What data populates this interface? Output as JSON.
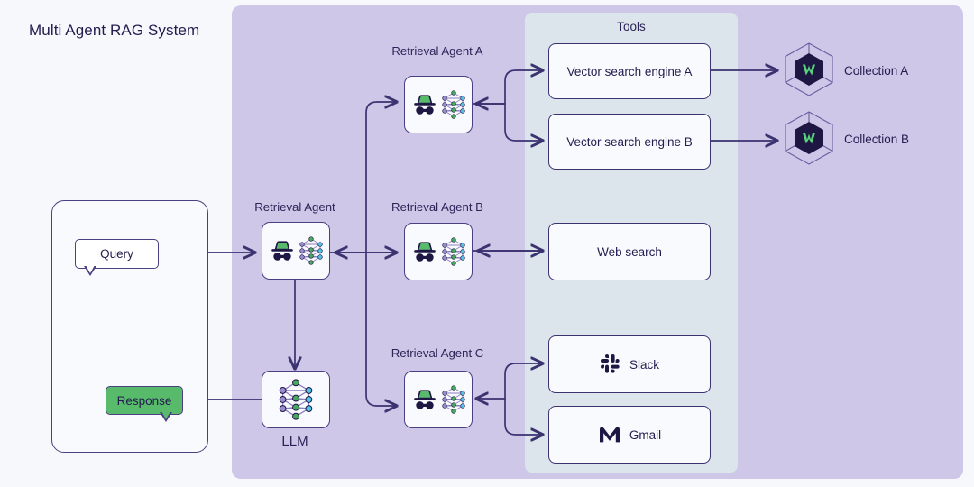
{
  "page": {
    "title": "Multi Agent RAG System",
    "background": "#f7f8fc"
  },
  "colors": {
    "panel_purple": "#cfc7e8",
    "panel_tools": "#dce5ec",
    "stroke": "#4a3f82",
    "text": "#241b4f",
    "accent_green": "#58bb6b",
    "node_purple": "#9b8ccf",
    "node_green": "#4aa85e",
    "node_cyan": "#4fc3e8",
    "brand_navy": "#1e1744"
  },
  "panels": {
    "orchestration_label": "",
    "tools": {
      "title": "Tools"
    }
  },
  "client": {
    "query_label": "Query",
    "response_label": "Response"
  },
  "nodes": {
    "llm": {
      "label": "LLM",
      "icon": "neural-network-icon"
    },
    "retrieval_agent": {
      "label": "Retrieval Agent",
      "icon": "agent-icon"
    },
    "retrieval_agent_a": {
      "label": "Retrieval Agent A",
      "icon": "agent-icon"
    },
    "retrieval_agent_b": {
      "label": "Retrieval Agent B",
      "icon": "agent-icon"
    },
    "retrieval_agent_c": {
      "label": "Retrieval Agent C",
      "icon": "agent-icon"
    }
  },
  "tools": [
    {
      "label": "Vector search engine A",
      "icon": null
    },
    {
      "label": "Vector search engine B",
      "icon": null
    },
    {
      "label": "Web search",
      "icon": null
    },
    {
      "label": "Slack",
      "icon": "slack-icon"
    },
    {
      "label": "Gmail",
      "icon": "gmail-icon"
    }
  ],
  "collections": [
    {
      "label": "Collection A",
      "icon": "weaviate-hexagon-icon"
    },
    {
      "label": "Collection B",
      "icon": "weaviate-hexagon-icon"
    }
  ]
}
